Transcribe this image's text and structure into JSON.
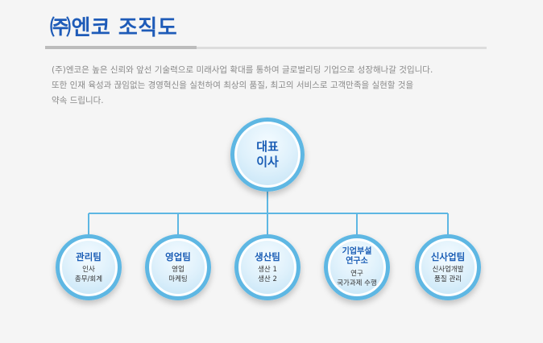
{
  "page": {
    "title": "㈜엔코 조직도",
    "intro_lines": [
      "(주)엔코은 높은 신뢰와 앞선 기술력으로 미래사업 확대를 통하여 글로벌리딩 기업으로 성장해나갈 것입니다.",
      "또한 인재 육성과 끊임없는 경영혁신을 실천하여 최상의 품질, 최고의 서비스로 고객만족을 실현할 것을",
      "약속 드립니다."
    ]
  },
  "org": {
    "ceo": {
      "title_lines": [
        "대표",
        "이사"
      ]
    },
    "departments": [
      {
        "title_lines": [
          "관리팀"
        ],
        "sub_lines": [
          "인사",
          "총무/회계"
        ]
      },
      {
        "title_lines": [
          "영업팀"
        ],
        "sub_lines": [
          "영업",
          "마케팅"
        ]
      },
      {
        "title_lines": [
          "생산팀"
        ],
        "sub_lines": [
          "생산 1",
          "생산 2"
        ]
      },
      {
        "title_lines": [
          "기업부설",
          "연구소"
        ],
        "sub_lines": [
          "연구",
          "국가과제 수행"
        ]
      },
      {
        "title_lines": [
          "신사업팀"
        ],
        "sub_lines": [
          "신사업개발",
          "품질 관리"
        ]
      }
    ]
  },
  "colors": {
    "title": "#1e5bb8",
    "node_ring": "#5eb7e3",
    "node_title": "#1a5db5",
    "connector": "#5eb7e3"
  }
}
